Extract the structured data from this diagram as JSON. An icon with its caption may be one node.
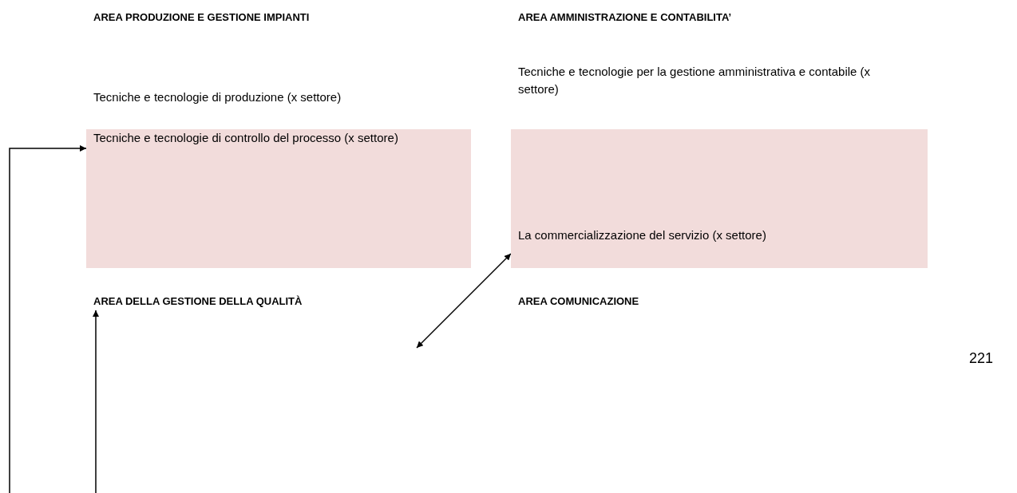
{
  "diagram": {
    "nodes": [
      {
        "text": [
          "Tecniche e tecnologie di controllo del processo (x settore)"
        ]
      },
      {
        "text": [
          "La commercializzazione del servizio (x settore)"
        ]
      },
      {
        "text": [
          "AREA DELLA GESTIONE DELLA QUALITÀ"
        ]
      }
    ],
    "edges": [
      {
        "from": null,
        "to": 0,
        "arrow": "to"
      },
      {
        "from": null,
        "to": 1,
        "arrow": "both"
      },
      {
        "from": null,
        "to": 2,
        "arrow": "to"
      }
    ],
    "labels": [
      "AREA PRODUZIONE E GESTIONE IMPIANTI",
      "AREA AMMINISTRAZIONE E CONTABILITA’",
      "Tecniche e tecnologie di produzione (x settore)",
      "Tecniche e tecnologie per la gestione amministrativa e contabile (x settore)",
      "AREA COMUNICAZIONE",
      "221"
    ]
  }
}
